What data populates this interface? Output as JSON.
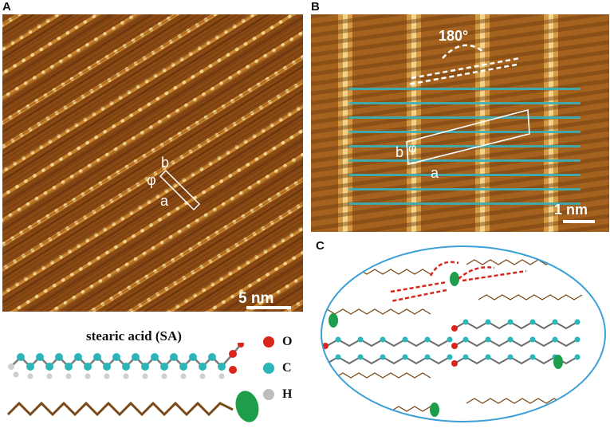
{
  "panels": {
    "a": {
      "letter": "A",
      "scale_bar": "5 nm",
      "lattice_labels": {
        "b": "b",
        "phi": "φ",
        "a": "a"
      }
    },
    "b": {
      "letter": "B",
      "angle": "180°",
      "scale_bar": "1 nm",
      "lattice_labels": {
        "b": "b",
        "phi": "φ",
        "a": "a"
      }
    },
    "c": {
      "letter": "C"
    }
  },
  "molecule": {
    "name": "stearic acid (SA)",
    "legend": [
      {
        "symbol": "O",
        "color": "#d9261c"
      },
      {
        "symbol": "C",
        "color": "#2bb5b8"
      },
      {
        "symbol": "H",
        "color": "#bdbdbd"
      }
    ]
  },
  "colors": {
    "stm_dark": "#6b3a10",
    "stm_bright": "#f2c46a",
    "chain_brown": "#7a4a1a",
    "head_green": "#1e9e4a",
    "ellipse_border": "#3aa0d6",
    "arrow_red": "#d9261c"
  }
}
